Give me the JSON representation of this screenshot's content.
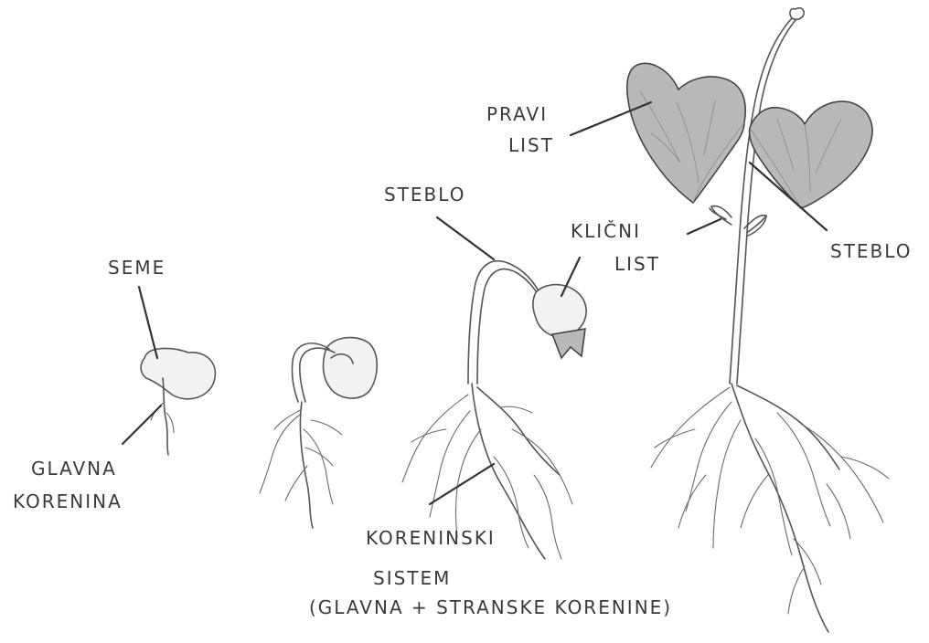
{
  "labels": {
    "seme": "SEME",
    "glavna_korenina_1": "GLAVNA",
    "glavna_korenina_2": "KORENINA",
    "steblo_mid": "STEBLO",
    "klicni_list_1": "KLIČNI",
    "klicni_list_2": "LIST",
    "pravi_list_1": "PRAVI",
    "pravi_list_2": "LIST",
    "steblo_right": "STEBLO",
    "koreninski_1": "KORENINSKI",
    "koreninski_2": "SISTEM",
    "koreninski_3": "(GLAVNA + STRANSKE KORENINE)"
  },
  "colors": {
    "leaf_fill": "#b9b9b9",
    "ink": "#3a3a3a"
  }
}
